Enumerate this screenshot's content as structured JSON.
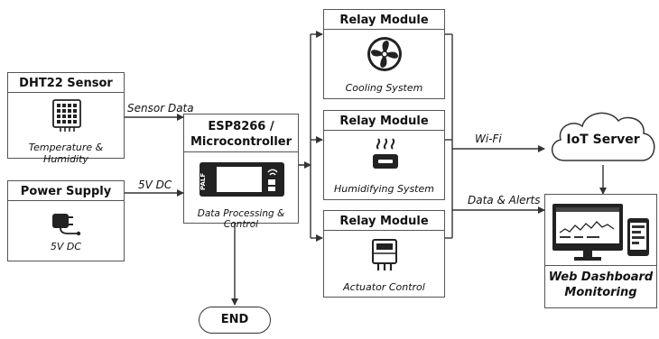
{
  "nodes": {
    "dht22": {
      "title": "DHT22 Sensor",
      "caption": "Temperature & Humidity",
      "icon": "sensor-icon"
    },
    "power": {
      "title": "Power Supply",
      "caption": "5V DC",
      "icon": "power-adapter-icon"
    },
    "esp": {
      "title_line1": "ESP8266 /",
      "title_line2": "Microcontroller",
      "caption": "Data Processing & Control",
      "icon": "microcontroller-chip-icon",
      "chip_text": "PALF"
    },
    "relay_cooling": {
      "title": "Relay Module",
      "caption": "Cooling System",
      "icon": "fan-icon"
    },
    "relay_humid": {
      "title": "Relay Module",
      "caption": "Humidifying System",
      "icon": "humidifier-icon"
    },
    "relay_actuator": {
      "title": "Relay Module",
      "caption": "Actuator Control",
      "icon": "actuator-icon"
    },
    "iot_server": {
      "title": "IoT Server",
      "icon": "cloud-icon"
    },
    "dashboard": {
      "title_line1": "Web Dashboard",
      "title_line2": "Monitoring",
      "icon": "monitor-icon"
    },
    "end": {
      "label": "END"
    }
  },
  "edges": {
    "sensor_data": "Sensor Data",
    "power_5v": "5V DC",
    "wifi": "Wi-Fi",
    "data_alerts": "Data & Alerts"
  },
  "colors": {
    "stroke": "#333333",
    "box_border": "#555555",
    "icon_dark": "#222222"
  }
}
